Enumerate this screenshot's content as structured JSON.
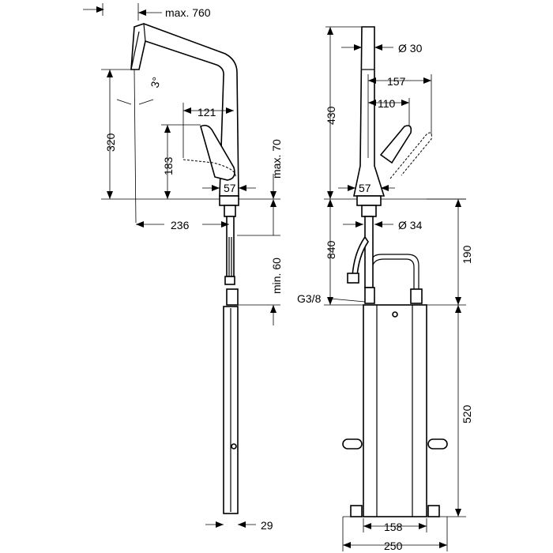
{
  "diagram": {
    "side_view": {
      "reach_max": "max. 760",
      "angle": "3°",
      "height_spout": "320",
      "lever_span": "121",
      "lever_height": "183",
      "lever_max": "max. 70",
      "base_width": "57",
      "offset": "236",
      "min_deck": "min. 60",
      "hose_width": "29"
    },
    "front_view": {
      "spout_diameter": "Ø 30",
      "total_height": "430",
      "spray_reach": "157",
      "lever_reach": "110",
      "base_width": "57",
      "hole_diameter": "Ø 34",
      "below_deck": "840",
      "connection_drop": "190",
      "thread": "G3/8",
      "box_height": "520",
      "box_inner": "158",
      "box_outer": "250"
    }
  }
}
